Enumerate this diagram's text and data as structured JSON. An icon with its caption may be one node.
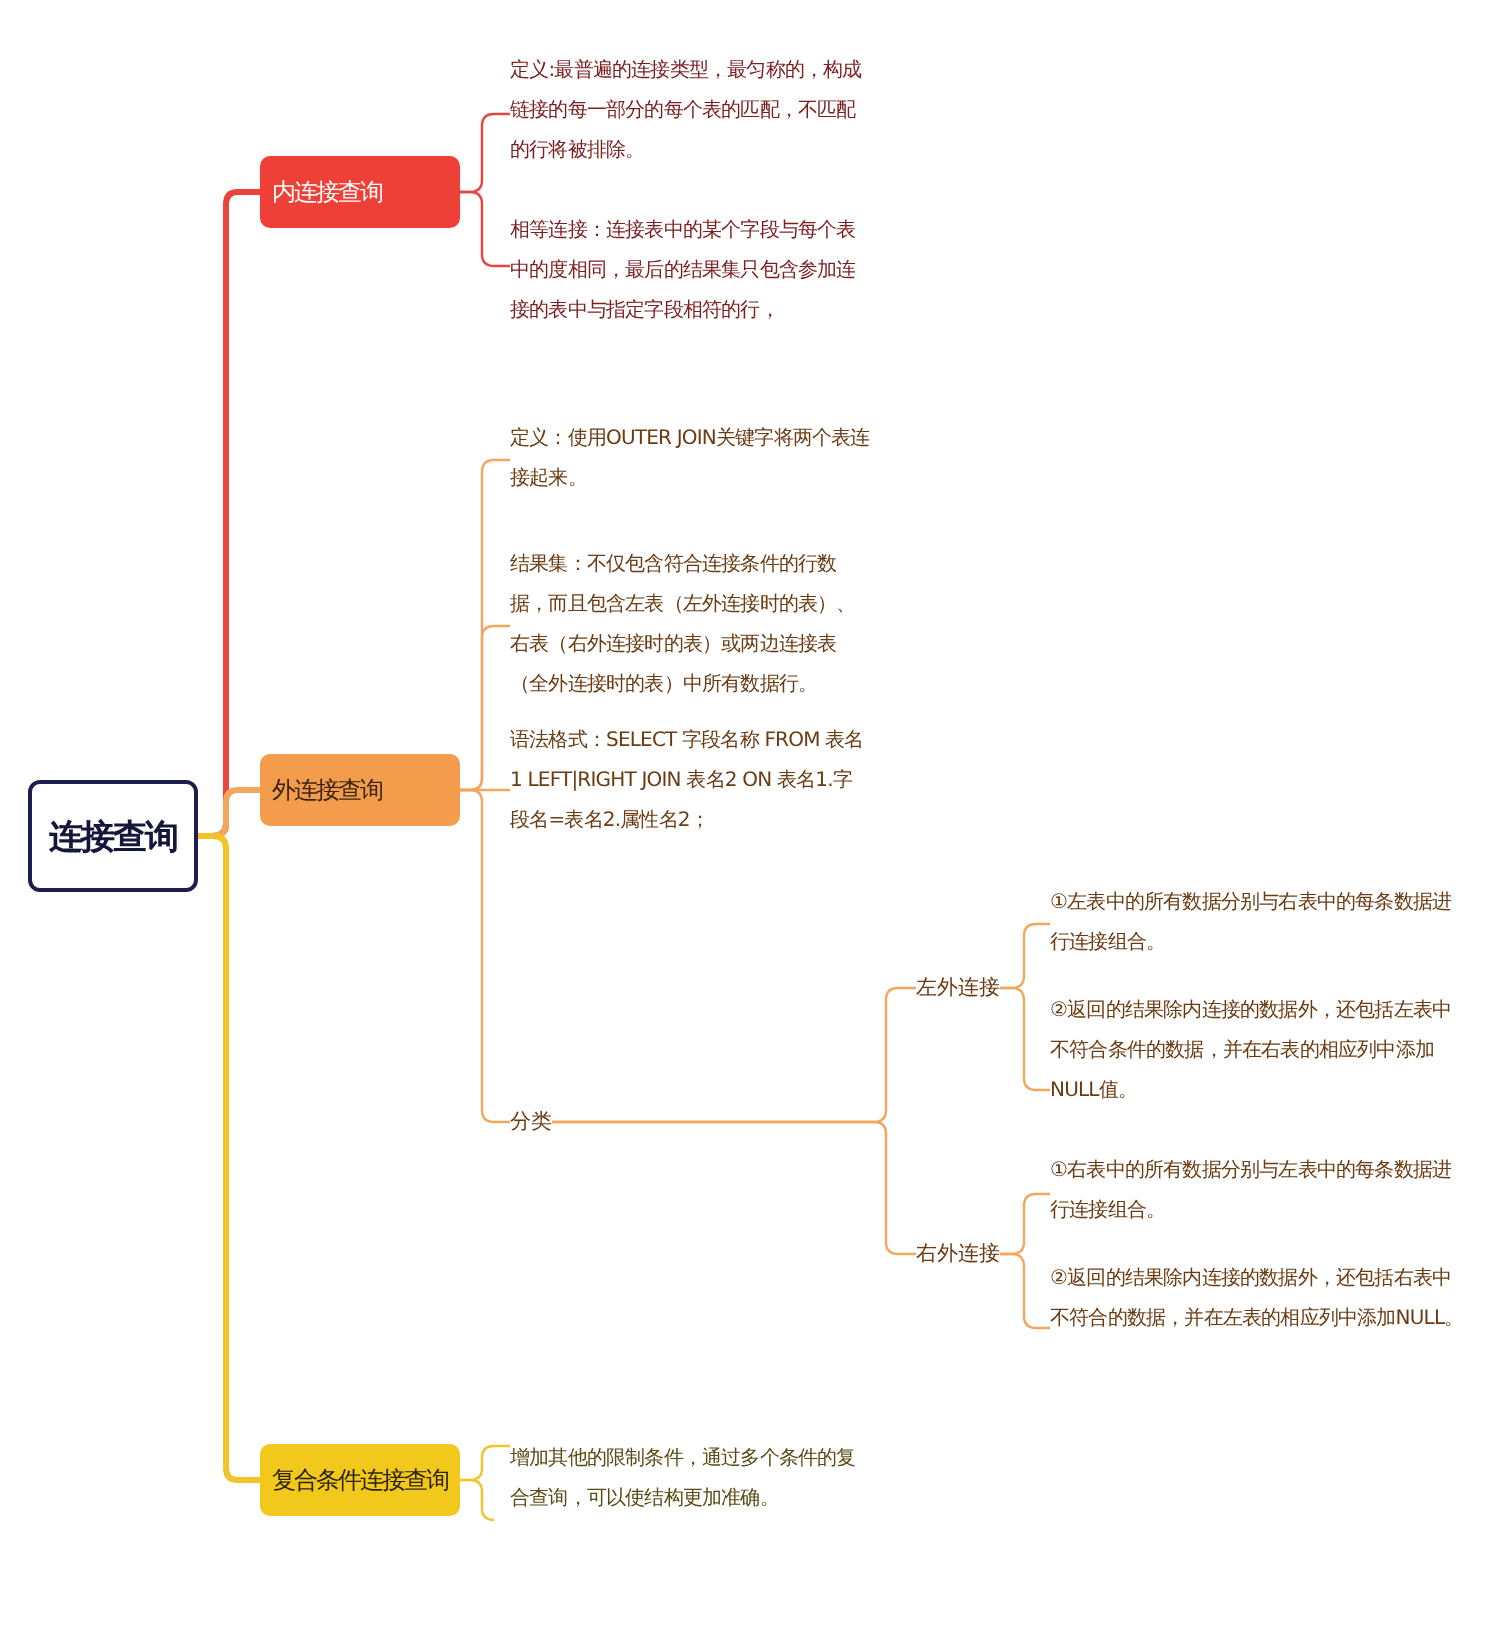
{
  "diagram": {
    "nodes": [
      {
        "text": [
          "连接查询"
        ]
      },
      {
        "text": [
          "内连接查询"
        ]
      },
      {
        "text": [
          "定义:最普遍的连接类型，最匀称的，构成链接的每一部分的每个表的匹配，不匹配的行将被排除。"
        ]
      },
      {
        "text": [
          "相等连接：连接表中的某个字段与每个表中的度相同，最后的结果集只包含参加连接的表中与指定字段相符的行，"
        ]
      },
      {
        "text": [
          "外连接查询"
        ]
      },
      {
        "text": [
          "定义：使用OUTER JOIN关键字将两个表连接起来。"
        ]
      },
      {
        "text": [
          "结果集：不仅包含符合连接条件的行数据，而且包含左表（左外连接时的表）、右表（右外连接时的表）或两边连接表（全外连接时的表）中所有数据行。"
        ]
      },
      {
        "text": [
          "语法格式：SELECT 字段名称 FROM 表名1 LEFT|RIGHT JOIN 表名2 ON 表名1.字段名=表名2.属性名2；"
        ]
      },
      {
        "text": [
          "分类"
        ]
      },
      {
        "text": [
          "左外连接"
        ]
      },
      {
        "text": [
          "①左表中的所有数据分别与右表中的每条数据进行连接组合。"
        ]
      },
      {
        "text": [
          "②返回的结果除内连接的数据外，还包括左表中不符合条件的数据，并在右表的相应列中添加NULL值。"
        ]
      },
      {
        "text": [
          "右外连接"
        ]
      },
      {
        "text": [
          "①右表中的所有数据分别与左表中的每条数据进行连接组合。"
        ]
      },
      {
        "text": [
          "②返回的结果除内连接的数据外，还包括右表中不符合的数据，并在左表的相应列中添加NULL。"
        ]
      },
      {
        "text": [
          "复合条件连接查询"
        ]
      },
      {
        "text": [
          "增加其他的限制条件，通过多个条件的复合查询，可以使结构更加准确。"
        ]
      }
    ],
    "edges": [
      {
        "from": 0,
        "to": 1,
        "arrow": "none",
        "style": "thick",
        "color": "#e8453c"
      },
      {
        "from": 1,
        "to": 2,
        "arrow": "none",
        "color": "#e8453c"
      },
      {
        "from": 1,
        "to": 3,
        "arrow": "none",
        "color": "#e8453c"
      },
      {
        "from": 0,
        "to": 4,
        "arrow": "none",
        "style": "thick"
      },
      {
        "from": 4,
        "to": 5,
        "arrow": "none"
      },
      {
        "from": 4,
        "to": 6,
        "arrow": "none"
      },
      {
        "from": 4,
        "to": 7,
        "arrow": "none"
      },
      {
        "from": 4,
        "to": 8,
        "arrow": "none"
      },
      {
        "from": 8,
        "to": 9,
        "arrow": "none"
      },
      {
        "from": 9,
        "to": 10,
        "arrow": "none"
      },
      {
        "from": 9,
        "to": 11,
        "arrow": "none"
      },
      {
        "from": 8,
        "to": 12,
        "arrow": "none"
      },
      {
        "from": 12,
        "to": 13,
        "arrow": "none"
      },
      {
        "from": 12,
        "to": 14,
        "arrow": "none"
      },
      {
        "from": 0,
        "to": 15,
        "arrow": "none",
        "style": "thick",
        "color": "#f2c42a"
      },
      {
        "from": 15,
        "to": 16,
        "arrow": "none",
        "color": "#f2c42a"
      }
    ]
  }
}
